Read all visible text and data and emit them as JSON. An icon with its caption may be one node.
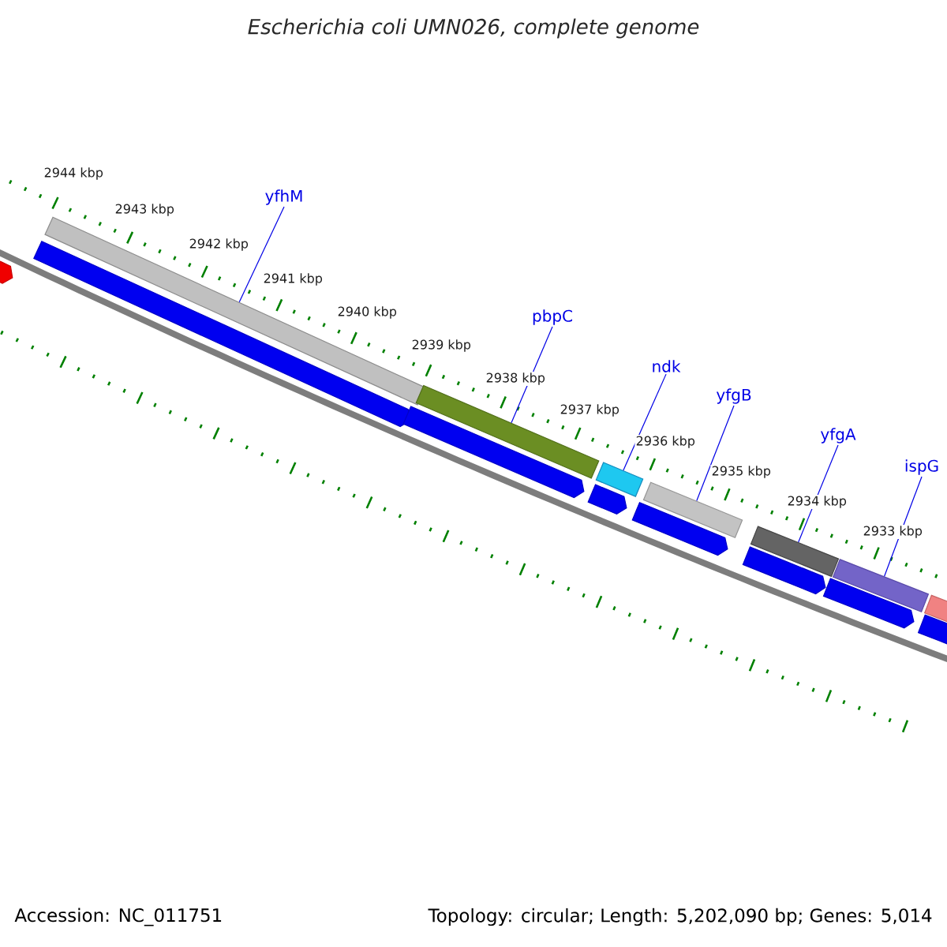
{
  "diagram": {
    "title": "Escherichia coli UMN026, complete genome",
    "nodes": [
      {
        "text": [
          "yfhM"
        ]
      },
      {
        "text": [
          "pbpC"
        ]
      },
      {
        "text": [
          "ndk"
        ]
      },
      {
        "text": [
          "yfgB"
        ]
      },
      {
        "text": [
          "yfgA"
        ]
      },
      {
        "text": [
          "ispG"
        ]
      },
      {
        "text": [],
        "shape": "bar"
      },
      {
        "text": [],
        "shape": "bar"
      },
      {
        "text": [],
        "shape": "bar"
      },
      {
        "text": [],
        "shape": "bar"
      },
      {
        "text": [],
        "shape": "bar"
      },
      {
        "text": [],
        "shape": "bar"
      },
      {
        "text": [],
        "shape": "bar"
      },
      {
        "text": [],
        "shape": "arrow"
      },
      {
        "text": [],
        "shape": "arrow"
      },
      {
        "text": [],
        "shape": "arrow"
      },
      {
        "text": [],
        "shape": "arrow"
      },
      {
        "text": [],
        "shape": "arrow"
      },
      {
        "text": [],
        "shape": "arrow"
      },
      {
        "text": [],
        "shape": "arrow"
      },
      {
        "text": [],
        "shape": "arrow"
      }
    ],
    "edges": [
      {
        "from": 0,
        "to": 6,
        "arrow": "none"
      },
      {
        "from": 1,
        "to": 7,
        "arrow": "none"
      },
      {
        "from": 2,
        "to": 8,
        "arrow": "none"
      },
      {
        "from": 3,
        "to": 9,
        "arrow": "none"
      },
      {
        "from": 4,
        "to": 10,
        "arrow": "none"
      },
      {
        "from": 5,
        "to": 11,
        "arrow": "none"
      }
    ],
    "labels": [
      "2944 kbp",
      "2943 kbp",
      "2942 kbp",
      "2941 kbp",
      "2940 kbp",
      "2939 kbp",
      "2938 kbp",
      "2937 kbp",
      "2936 kbp",
      "2935 kbp",
      "2934 kbp",
      "2933 kbp",
      "Accession: NC_011751",
      "Topology: circular; Length: 5,202,090 bp; Genes: 5,014"
    ]
  }
}
